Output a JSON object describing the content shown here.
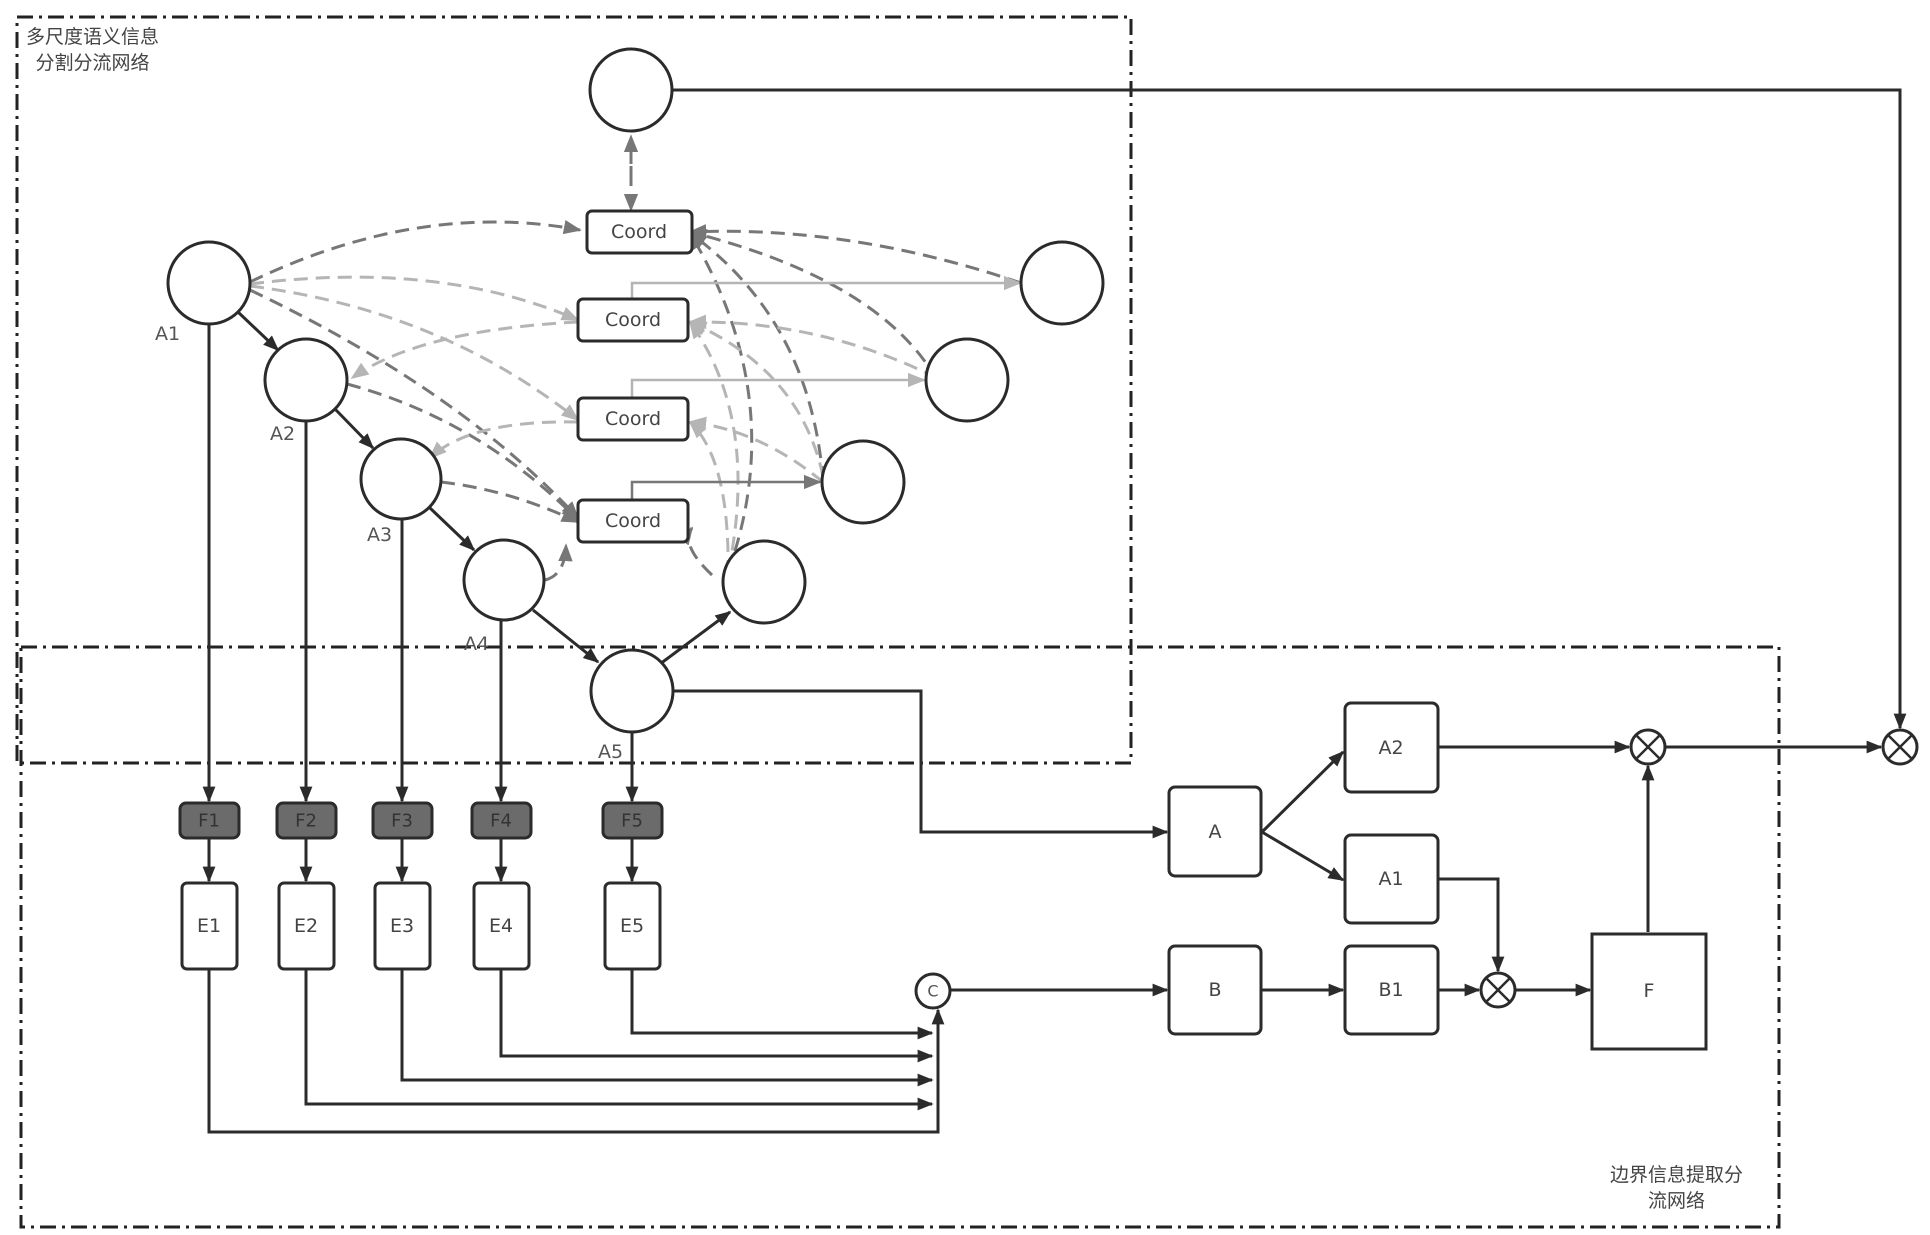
{
  "regions": {
    "top": {
      "label_line1": "多尺度语义信息",
      "label_line2": "分割分流网络"
    },
    "bottom": {
      "label_line1": "边界信息提取分",
      "label_line2": "流网络"
    }
  },
  "encoder_nodes": [
    "A1",
    "A2",
    "A3",
    "A4",
    "A5"
  ],
  "coord_boxes": [
    "Coord",
    "Coord",
    "Coord",
    "Coord"
  ],
  "feature_boxes": [
    "F1",
    "F2",
    "F3",
    "F4",
    "F5"
  ],
  "edge_boxes": [
    "E1",
    "E2",
    "E3",
    "E4",
    "E5"
  ],
  "concat_symbol": "C",
  "branch_boxes": {
    "a": "A",
    "a1": "A1",
    "a2": "A2",
    "b": "B",
    "b1": "B1",
    "f": "F"
  },
  "colors": {
    "stroke": "#2b2b2b",
    "feature_fill": "#6b6b6b",
    "dash_dark": "#777777",
    "dash_light": "#b5b5b5"
  }
}
